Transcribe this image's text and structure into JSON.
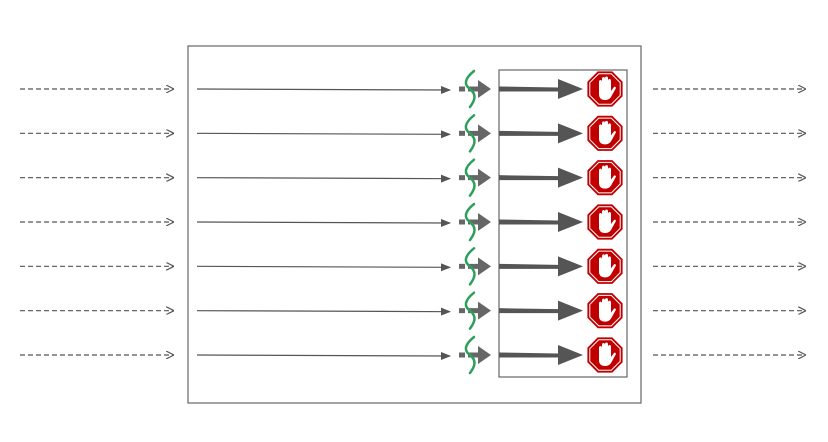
{
  "diagram": {
    "row_count": 7,
    "colors": {
      "line": "#555555",
      "box_border": "#666666",
      "squiggle": "#2e9e5b",
      "stop_fill": "#c00000",
      "stop_rim": "#ffffff",
      "hand": "#ffffff"
    },
    "icons": [
      "dashed-arrow",
      "thin-arrow",
      "squiggle-break",
      "thick-arrow",
      "stop-hand-icon"
    ]
  }
}
